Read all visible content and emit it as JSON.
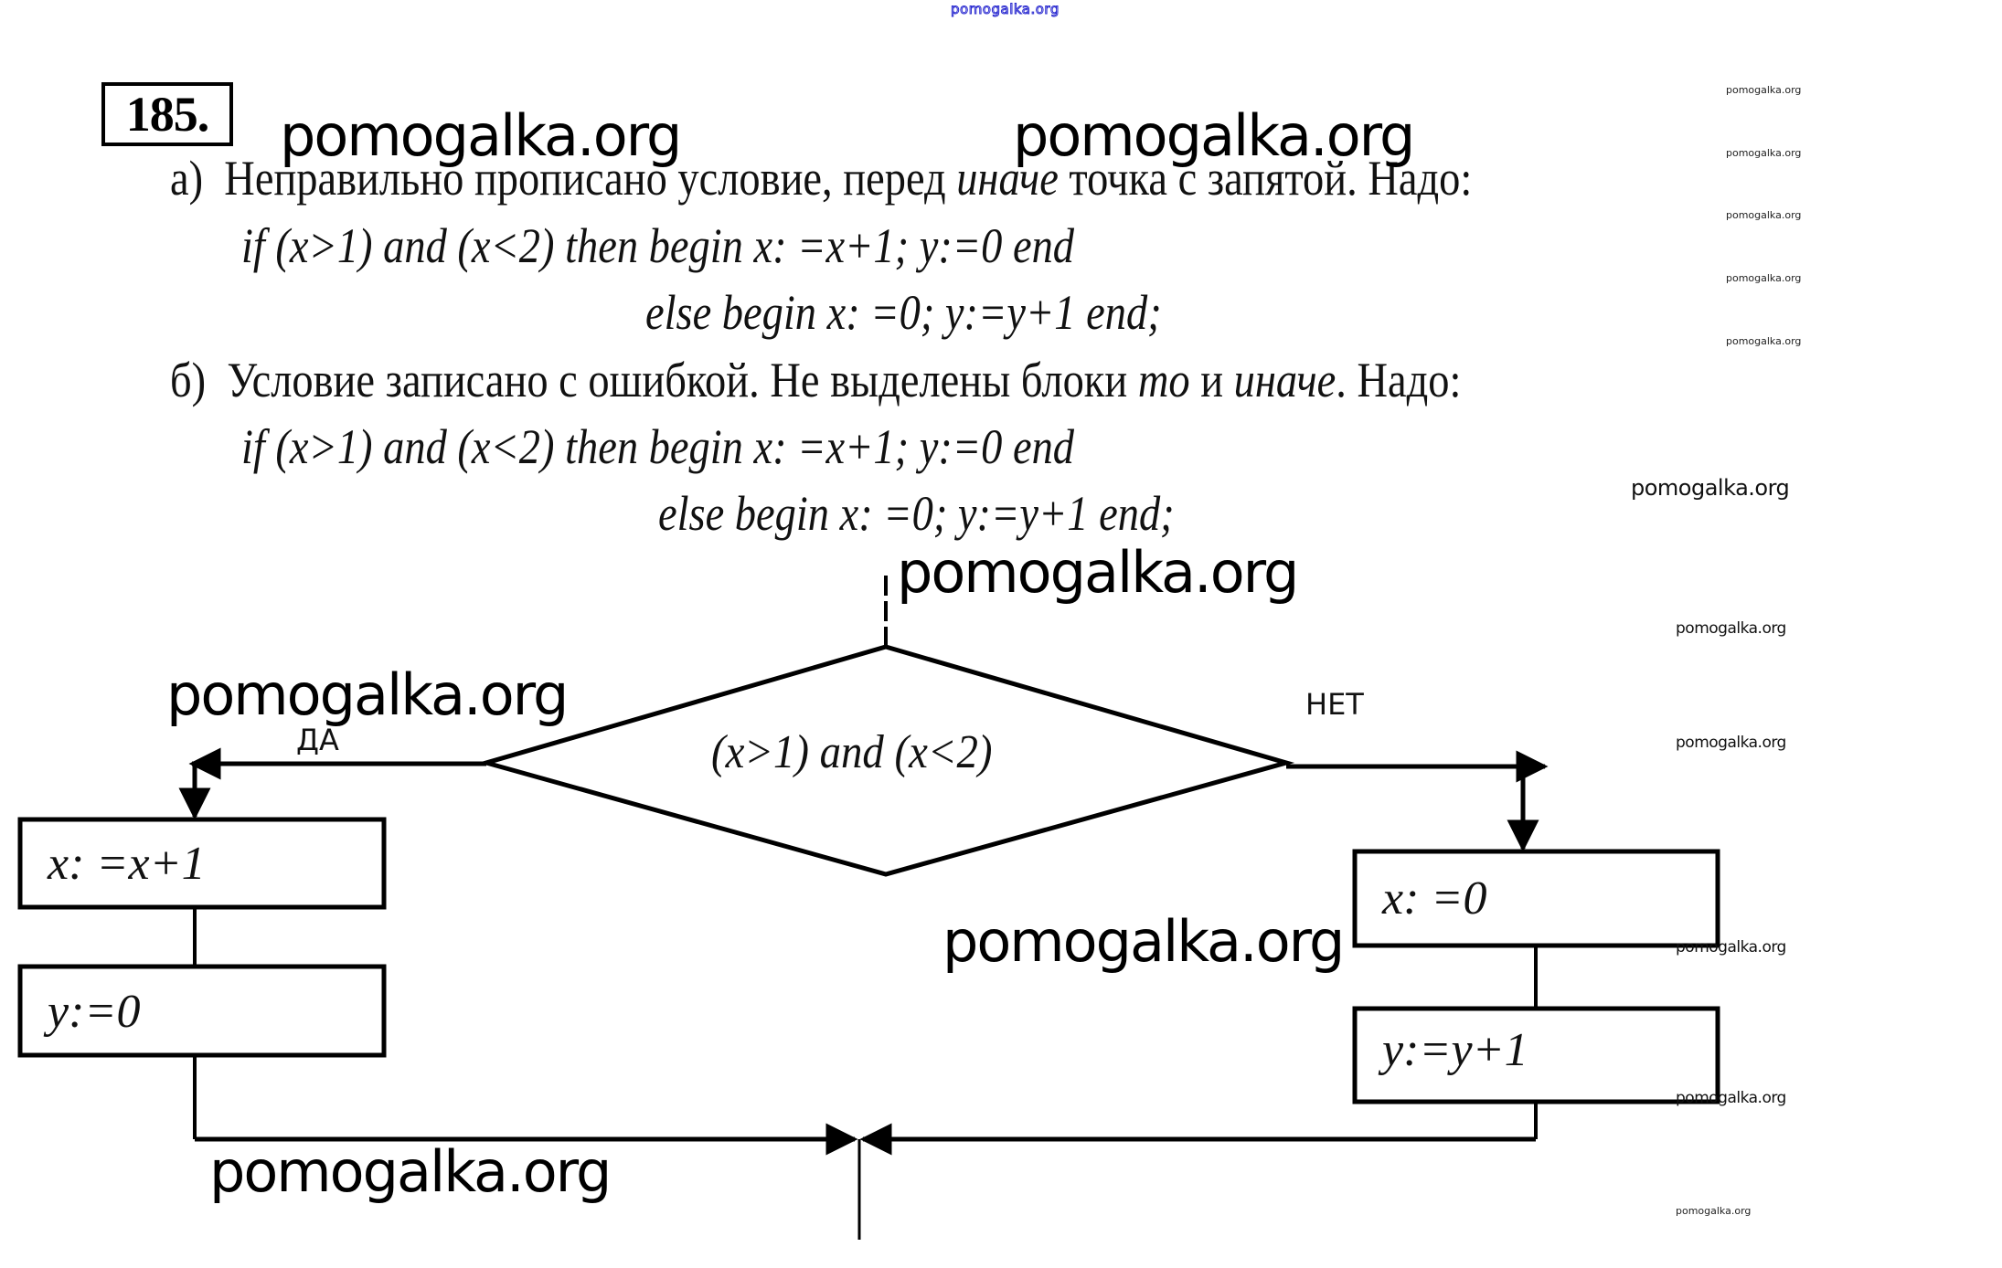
{
  "watermark": "pomogalka.org",
  "task": {
    "number": "185."
  },
  "part_a": {
    "label": "а)",
    "text_before": "Неправильно прописано условие, перед ",
    "text_italic": "иначе",
    "text_after": " точка с запятой. Надо:",
    "code_line1": "if (x>1) and (x<2) then begin x: =x+1; y:=0 end",
    "code_line2": "else begin x: =0; y:=y+1 end;"
  },
  "part_b": {
    "label": "б)",
    "text_before": "Условие записано с ошибкой. Не выделены блоки ",
    "text_italic1": "то",
    "text_mid": " и ",
    "text_italic2": "иначе",
    "text_after": ". Надо:",
    "code_line1": "if (x>1) and (x<2) then begin x: =x+1; y:=0 end",
    "code_line2": "else begin x: =0; y:=y+1 end;"
  },
  "flowchart": {
    "condition": "(x>1) and (x<2)",
    "yes_label": "ДА",
    "no_label": "НЕТ",
    "yes_branch": [
      "x: =x+1",
      "y:=0"
    ],
    "no_branch": [
      "x: =0",
      "y:=y+1"
    ]
  }
}
